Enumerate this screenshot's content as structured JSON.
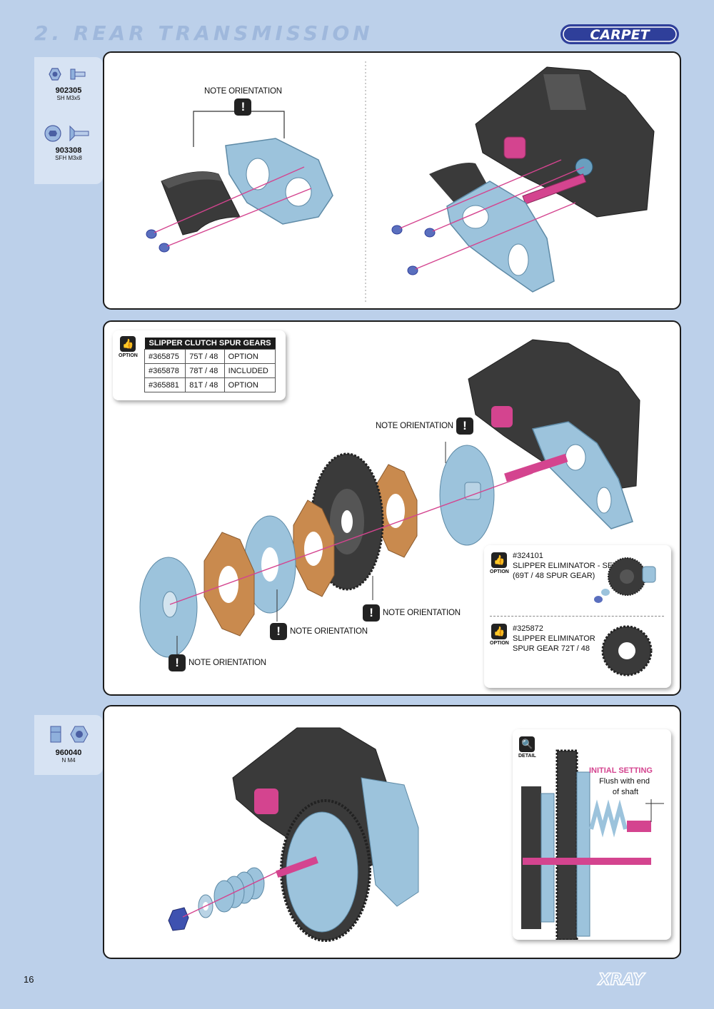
{
  "header": {
    "title": "2. REAR TRANSMISSION",
    "brand_badge": "CARPET"
  },
  "step1": {
    "parts": [
      {
        "code": "902305",
        "desc": "SH M3x5",
        "icon": "socket-head-screw-icon"
      },
      {
        "code": "903308",
        "desc": "SFH M3x8",
        "icon": "flat-head-screw-icon"
      }
    ],
    "note_label": "NOTE ORIENTATION",
    "warn_glyph": "!"
  },
  "step2": {
    "option_label": "OPTION",
    "spur_table": {
      "title": "SLIPPER CLUTCH SPUR GEARS",
      "rows": [
        {
          "part": "#365875",
          "teeth": "75T / 48",
          "status": "OPTION"
        },
        {
          "part": "#365878",
          "teeth": "78T / 48",
          "status": "INCLUDED"
        },
        {
          "part": "#365881",
          "teeth": "81T / 48",
          "status": "OPTION"
        }
      ]
    },
    "notes": {
      "top": "NOTE ORIENTATION",
      "right": "NOTE ORIENTATION",
      "middle": "NOTE ORIENTATION",
      "bottom": "NOTE ORIENTATION"
    },
    "options": [
      {
        "part": "#324101",
        "line1": "SLIPPER ELIMINATOR - SET",
        "line2": "(69T / 48 SPUR GEAR)"
      },
      {
        "part": "#325872",
        "line1": "SLIPPER ELIMINATOR",
        "line2": "SPUR GEAR 72T / 48"
      }
    ]
  },
  "step3": {
    "parts": [
      {
        "code": "960040",
        "desc": "N M4",
        "icon": "nylon-nut-icon"
      }
    ],
    "detail": {
      "badge": "DETAIL",
      "setting_title": "INITIAL SETTING",
      "setting_line1": "Flush with end",
      "setting_line2": "of shaft"
    }
  },
  "footer": {
    "page_number": "16",
    "brand": "XRAY"
  },
  "colors": {
    "background": "#bcd0ea",
    "part_blue": "#9cc3dc",
    "pink": "#d4448f",
    "clutch_pad": "#c98a4e",
    "dark_body": "#3a3a3a",
    "badge_blue": "#2f3f9a"
  }
}
